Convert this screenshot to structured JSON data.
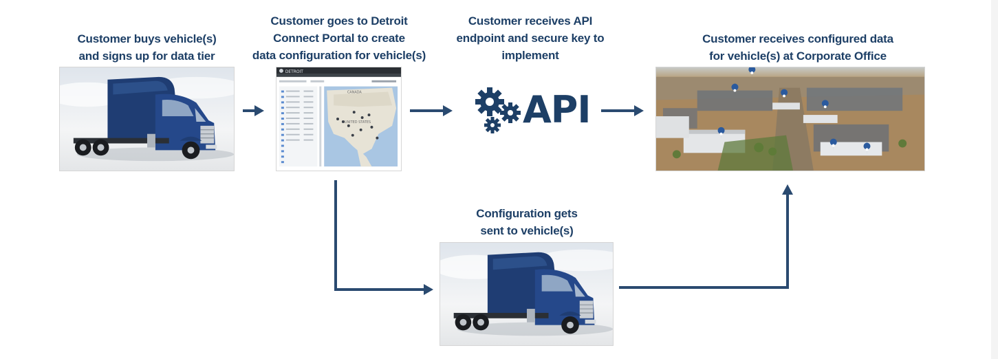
{
  "steps": {
    "buy": {
      "lines": [
        "Customer buys vehicle(s)",
        "and signs up for data tier"
      ]
    },
    "portal": {
      "lines": [
        "Customer goes to Detroit",
        "Connect Portal to create",
        "data configuration for vehicle(s)"
      ]
    },
    "api": {
      "lines": [
        "Customer receives API",
        "endpoint and secure key to",
        "implement"
      ]
    },
    "office": {
      "lines": [
        "Customer receives configured data",
        "for vehicle(s) at Corporate Office"
      ]
    },
    "config": {
      "lines": [
        "Configuration gets",
        "sent to vehicle(s)"
      ]
    }
  },
  "api_logo": {
    "text": "API",
    "icon": "gears-icon"
  },
  "portal_screenshot": {
    "brand": "DETROIT",
    "map_label_1": "CANADA",
    "map_label_2": "UNITED STATES"
  },
  "colors": {
    "brand_navy": "#1d3f66",
    "truck_blue": "#1f3d73",
    "arrow": "#2a4a70"
  }
}
